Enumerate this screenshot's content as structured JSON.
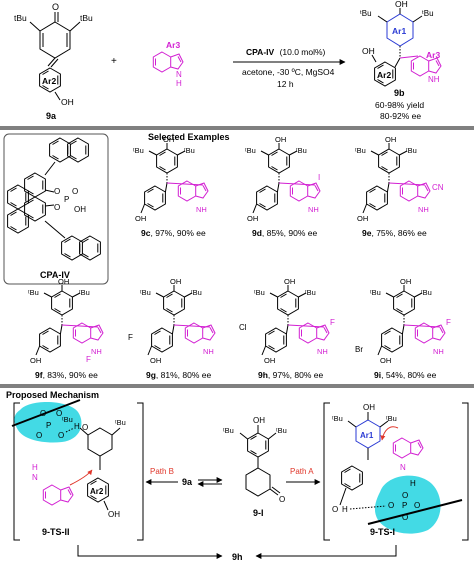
{
  "reaction": {
    "sm1_label": "9a",
    "sm1_tbu": "tBu",
    "sm1_ar": "Ar2",
    "sm1_oh": "OH",
    "plus": "+",
    "sm2_ar": "Ar3",
    "sm2_nh": "N",
    "sm2_h": "H",
    "catalyst_name": "CPA-IV",
    "catalyst_loading": "(10.0 mol%)",
    "conditions": "acetone, -30 ºC, MgSO4",
    "time": "12 h",
    "product_label": "9b",
    "product_ar1": "Ar1",
    "product_ar2": "Ar2",
    "product_ar3": "Ar3",
    "product_oh_top": "OH",
    "product_oh": "OH",
    "product_nh": "NH",
    "yield": "60-98% yield",
    "ee": "80-92% ee"
  },
  "selected": {
    "heading": "Selected Examples",
    "catalyst_label": "CPA-IV",
    "cat_o1": "O",
    "cat_o2": "O",
    "cat_p": "P",
    "cat_o3": "O",
    "cat_oh": "OH",
    "examples": [
      {
        "id": "9c",
        "result": ", 97%, 90% ee",
        "sub": ""
      },
      {
        "id": "9d",
        "result": ", 85%, 90% ee",
        "sub": "I"
      },
      {
        "id": "9e",
        "result": ", 75%, 86% ee",
        "sub": "CN"
      },
      {
        "id": "9f",
        "result": ", 83%, 90% ee",
        "sub": "F"
      },
      {
        "id": "9g",
        "result": ", 81%, 80% ee",
        "sub": "F"
      },
      {
        "id": "9h",
        "result": ", 97%, 80% ee",
        "sub": "F"
      },
      {
        "id": "9i",
        "result": ", 54%, 80% ee",
        "sub": "F"
      }
    ],
    "phenol_sub_9g": "F",
    "phenol_sub_9h": "Cl",
    "phenol_sub_9i": "Br",
    "oh": "OH",
    "nh": "NH",
    "tbu": "tBu"
  },
  "mechanism": {
    "heading": "Proposed Mechanism",
    "ts2_label": "9-TS-II",
    "ts1_label": "9-TS-I",
    "int_label": "9-I",
    "path_b": "Path B",
    "path_a": "Path A",
    "sm_label": "9a",
    "product_label": "9h",
    "ar1": "Ar1",
    "ar2": "Ar2",
    "oh": "OH",
    "o": "O",
    "p": "P",
    "h": "H",
    "n": "N",
    "tbu": "tBu"
  }
}
